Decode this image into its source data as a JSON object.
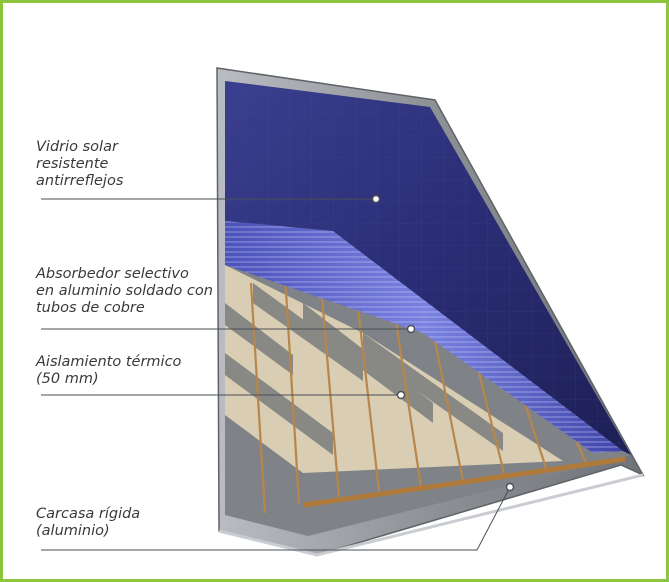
{
  "labels": {
    "glass": "Vidrio solar\nresistente\nantirreflejos",
    "absorber": "Absorbedor selectivo\nen aluminio soldado con\ntubos de cobre",
    "insulation": "Aislamiento térmico\n(50 mm)",
    "casing": "Carcasa rígida\n(aluminio)"
  },
  "colors": {
    "border": "#8cc63f",
    "glass": "#2b2f7a",
    "absorber": "#5a62c8",
    "insulation": "#d8ccb4",
    "casing": "#9a9ea3",
    "copper": "#b8864a",
    "leader": "#4a4f55"
  }
}
